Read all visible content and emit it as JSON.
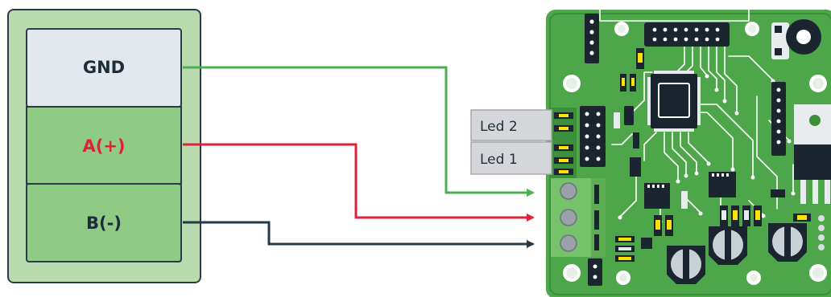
{
  "terminal_block": {
    "pins": [
      {
        "label": "GND",
        "color": "#1f2d3a"
      },
      {
        "label": "A(+)",
        "color": "#e0213a"
      },
      {
        "label": "B(-)",
        "color": "#1f2d3a"
      }
    ],
    "colors": {
      "outer": "#b9dcae",
      "gnd_cell": "#e3e8ee",
      "signal_cell": "#8fcb84",
      "border": "#2b3a47"
    }
  },
  "wires": [
    {
      "name": "gnd-wire",
      "color": "#4caf50"
    },
    {
      "name": "a-plus-wire",
      "color": "#e0213a"
    },
    {
      "name": "b-minus-wire",
      "color": "#263746"
    }
  ],
  "board": {
    "colors": {
      "pcb": "#4ea64b",
      "pcb_dark": "#3b8f3a",
      "trace": "#ffffff",
      "chip": "#1b2530",
      "connector": "#76c26a",
      "led": "#ffe100"
    },
    "leds": [
      {
        "label": "Led 2"
      },
      {
        "label": "Led 1"
      }
    ]
  }
}
